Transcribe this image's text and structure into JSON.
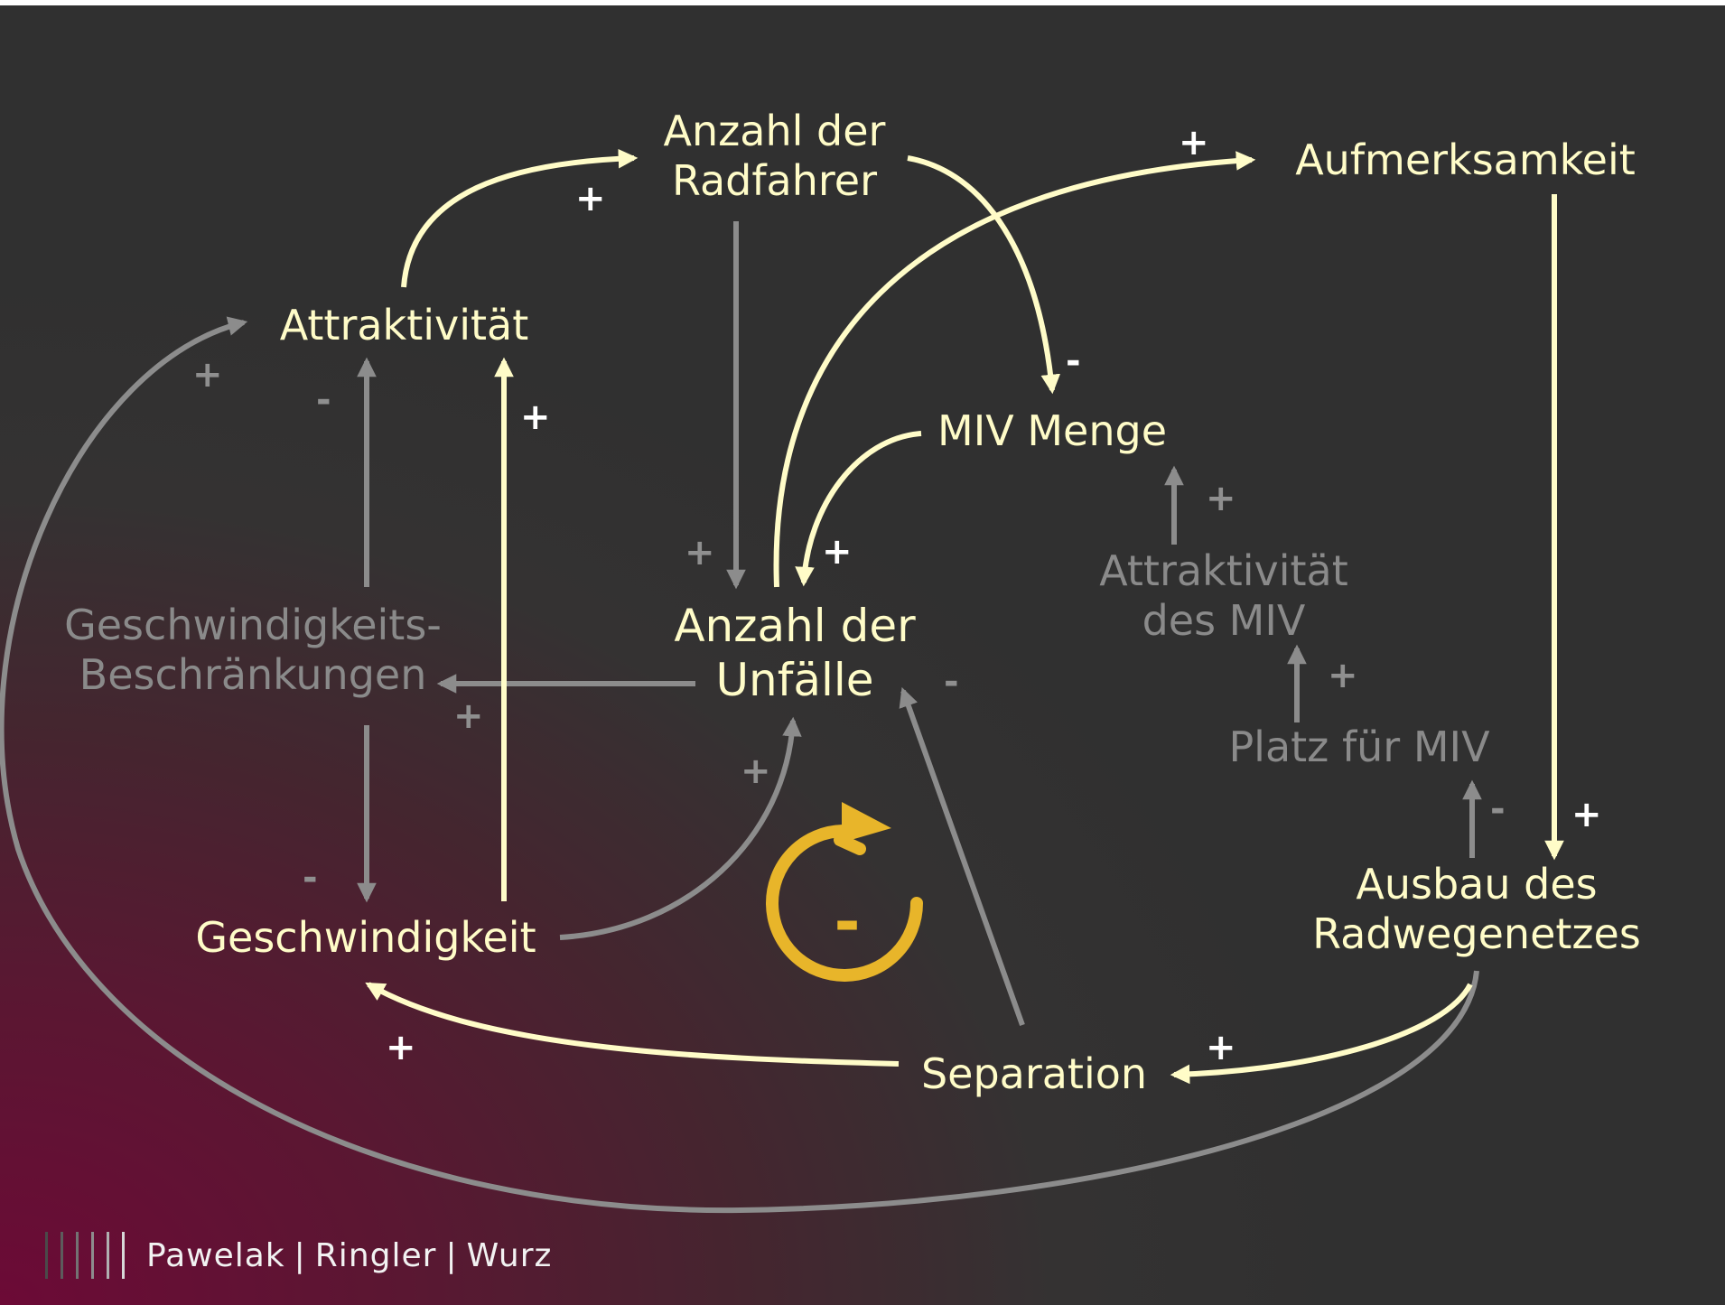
{
  "nodes": {
    "anzahl_radfahrer": [
      "Anzahl der",
      "Radfahrer"
    ],
    "aufmerksamkeit": "Aufmerksamkeit",
    "attraktivitaet": "Attraktivität",
    "miv_menge": "MIV Menge",
    "attraktivitaet_miv": [
      "Attraktivität",
      "des MIV"
    ],
    "geschwindigkeits_beschraenkungen": [
      "Geschwindigkeits-",
      "Beschränkungen"
    ],
    "anzahl_unfaelle": [
      "Anzahl der",
      "Unfälle"
    ],
    "platz_miv": "Platz für MIV",
    "ausbau_radwegenetz": [
      "Ausbau des",
      "Radwegenetzes"
    ],
    "geschwindigkeit": "Geschwindigkeit",
    "separation": "Separation"
  },
  "signs": {
    "plus": "+",
    "minus": "-"
  },
  "loop_marker": {
    "sign": "-",
    "color": "#e8b52a"
  },
  "colors": {
    "bright_arrow": "#fffcc8",
    "dim_arrow": "#8c8c8c",
    "accent": "#e8b52a"
  },
  "footer": {
    "names": [
      "Pawelak",
      "Ringler",
      "Wurz"
    ],
    "separator": "|"
  }
}
